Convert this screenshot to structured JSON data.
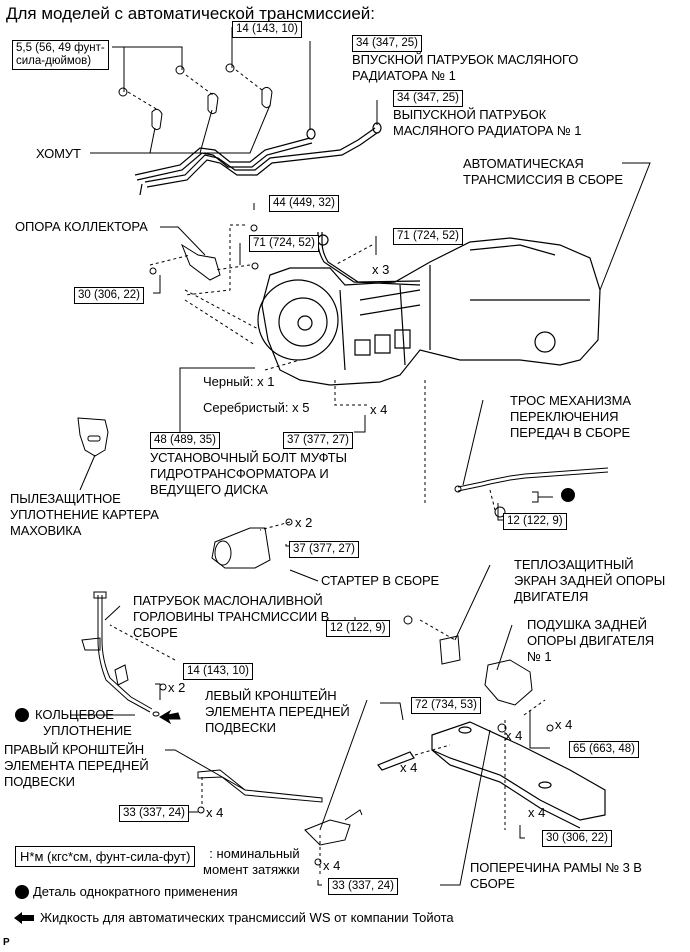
{
  "title": "Для моделей с автоматической трансмиссией:",
  "parts": {
    "clamp": "ХОМУТ",
    "oil_cooler_inlet_tube": "ВПУСКНОЙ ПАТРУБОК МАСЛЯНОГО РАДИАТОРА № 1",
    "oil_cooler_inlet_tube_lines": [
      "ВПУСКНОЙ ПАТРУБОК МАСЛЯНОГО",
      "РАДИАТОРА № 1"
    ],
    "oil_cooler_outlet_tube_lines": [
      "ВЫПУСКНОЙ ПАТРУБОК",
      "МАСЛЯНОГО РАДИАТОРА № 1"
    ],
    "auto_transmission_lines": [
      "АВТОМАТИЧЕСКАЯ",
      "ТРАНСМИССИЯ В СБОРЕ"
    ],
    "manifold_stay": "ОПОРА КОЛЛЕКТОРА",
    "torque_converter_bolt_lines": [
      "УСТАНОВОЧНЫЙ БОЛТ МУФТЫ",
      "ГИДРОТРАНСФОРМАТОРА И",
      "ВЕДУЩЕГО ДИСКА"
    ],
    "flywheel_dust_seal_lines": [
      "ПЫЛЕЗАЩИТНОЕ",
      "УПЛОТНЕНИЕ КАРТЕРА",
      "МАХОВИКА"
    ],
    "shift_cable_lines": [
      "ТРОС МЕХАНИЗМА",
      "ПЕРЕКЛЮЧЕНИЯ",
      "ПЕРЕДАЧ В СБОРЕ"
    ],
    "starter": "СТАРТЕР В СБОРЕ",
    "oil_filler_tube_lines": [
      "ПАТРУБОК МАСЛОНАЛИВНОЙ",
      "ГОРЛОВИНЫ ТРАНСМИССИИ В",
      "СБОРЕ"
    ],
    "heat_insulator_lines": [
      "ТЕПЛОЗАЩИТНЫЙ",
      "ЭКРАН ЗАДНЕЙ ОПОРЫ",
      "ДВИГАТЕЛЯ"
    ],
    "rear_engine_mount_lines": [
      "ПОДУШКА ЗАДНЕЙ",
      "ОПОРЫ ДВИГАТЕЛЯ",
      "№ 1"
    ],
    "o_ring_lines": [
      "КОЛЬЦЕВОЕ",
      "УПЛОТНЕНИЕ"
    ],
    "lh_bracket_lines": [
      "ЛЕВЫЙ КРОНШТЕЙН",
      "ЭЛЕМЕНТА ПЕРЕДНЕЙ",
      "ПОДВЕСКИ"
    ],
    "rh_bracket_lines": [
      "ПРАВЫЙ КРОНШТЕЙН",
      "ЭЛЕМЕНТА ПЕРЕДНЕЙ",
      "ПОДВЕСКИ"
    ],
    "crossmember_lines": [
      "ПОПЕРЕЧИНА РАМЫ № 3 В",
      "СБОРЕ"
    ]
  },
  "torques": {
    "clamp_bolt_lines": [
      "5,5 (56, 49 фунт-",
      "сила-дюймов)"
    ],
    "clamp_bolt2": "14 (143, 10)",
    "inlet_tube": "34 (347, 25)",
    "outlet_tube": "34 (347, 25)",
    "stay_upper": "44 (449, 32)",
    "stay_mid": "71 (724, 52)",
    "stay_lower": "30 (306, 22)",
    "trans_top": "71 (724, 52)",
    "converter_bolt": "48 (489, 35)",
    "trans_lower": "37 (377, 27)",
    "cable_nut": "12 (122, 9)",
    "starter": "37 (377, 27)",
    "heat_insulator": "12 (122, 9)",
    "filler_tube": "14 (143, 10)",
    "mount_nut": "72 (734, 53)",
    "mount_bolt": "65 (663, 48)",
    "rh_bracket": "33 (337, 24)",
    "lh_bracket": "33 (337, 24)",
    "crossmember": "30 (306, 22)"
  },
  "quantities": {
    "trans_top": "x 3",
    "black": "Черный: x 1",
    "silver": "Серебристый: x 5",
    "trans_lower": "x 4",
    "starter": "x 2",
    "filler_tube": "x 2",
    "mount_nut": "x 4",
    "mount_bolt": "x 4",
    "crossmember_side": "x 4",
    "rh_bracket": "x 4",
    "lh_bracket": "x 4",
    "crossmember": "x 4"
  },
  "legend": {
    "torque_unit": "Н*м (кгс*см, фунт-сила-фут)",
    "torque_desc_lines": [
      ": номинальный",
      "момент затяжки"
    ],
    "non_reusable": "Деталь однократного применения",
    "atf": "Жидкость для автоматических трансмиссий WS от компании Тойота"
  },
  "page_mark": "P"
}
